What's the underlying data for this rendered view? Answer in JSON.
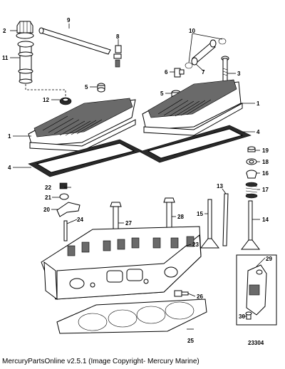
{
  "diagram": {
    "callouts": [
      "1",
      "1",
      "2",
      "3",
      "4",
      "4",
      "5",
      "5",
      "6",
      "7",
      "8",
      "9",
      "10",
      "11",
      "12",
      "13",
      "14",
      "15",
      "16",
      "17",
      "18",
      "19",
      "20",
      "21",
      "22",
      "23",
      "24",
      "25",
      "26",
      "27",
      "28",
      "29",
      "30"
    ],
    "figure_number": "23304"
  },
  "footer": {
    "text": "MercuryPartsOnline v2.5.1 (Image Copyright- Mercury Marine)"
  }
}
